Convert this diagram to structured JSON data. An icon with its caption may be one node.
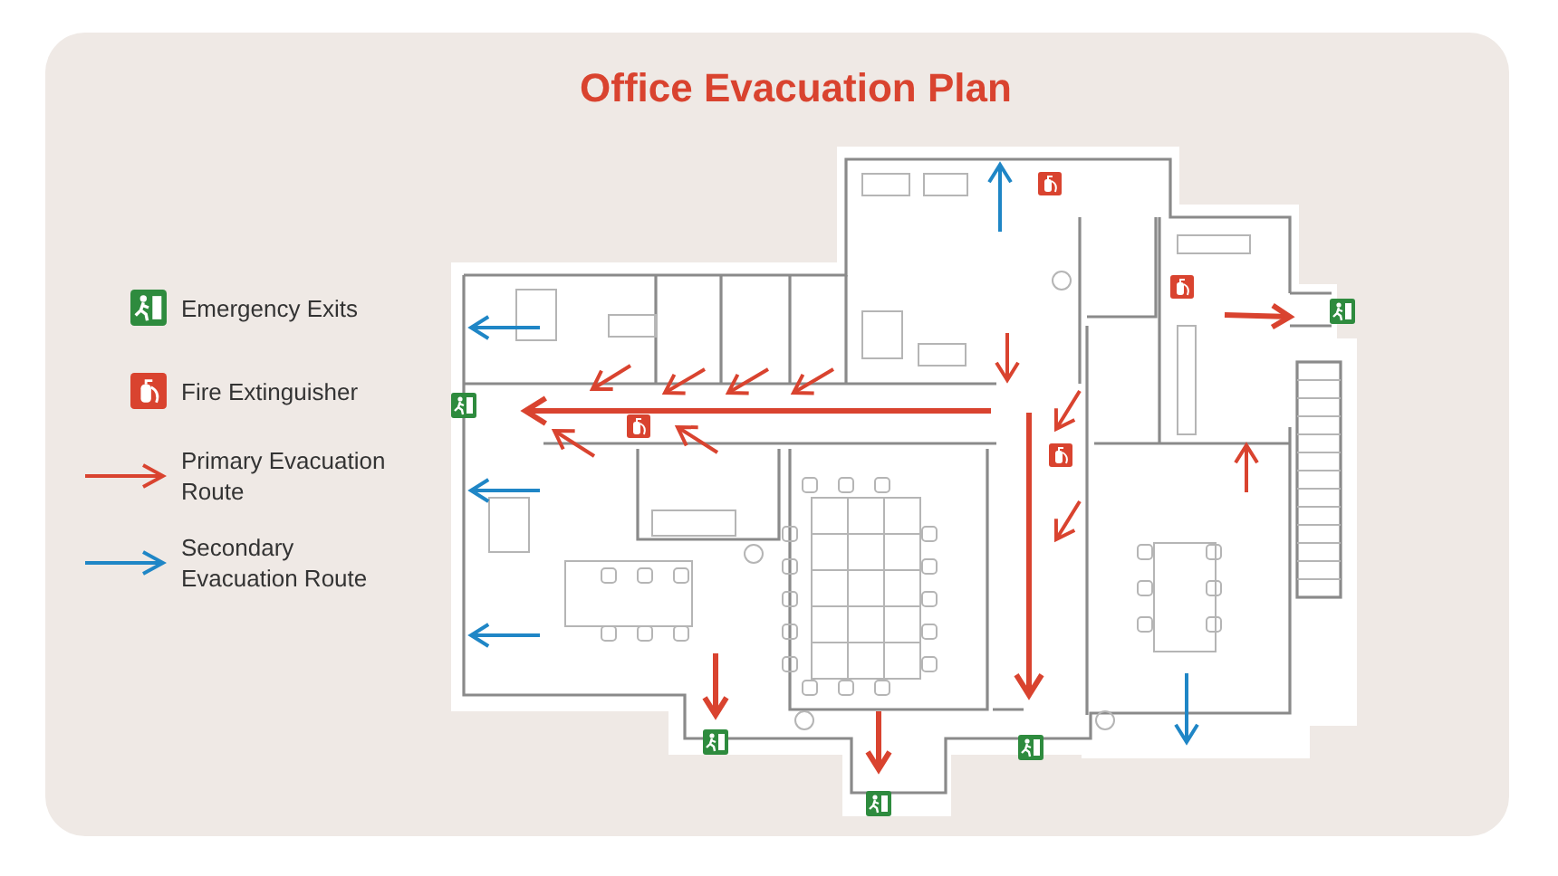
{
  "diagram": {
    "title": "Office Evacuation Plan",
    "legend": [
      {
        "text": "Emergency Exits"
      },
      {
        "text": "Fire Extinguisher"
      },
      {
        "text": "Primary Evacuation Route"
      },
      {
        "text": "Secondary Evacuation Route"
      }
    ]
  }
}
